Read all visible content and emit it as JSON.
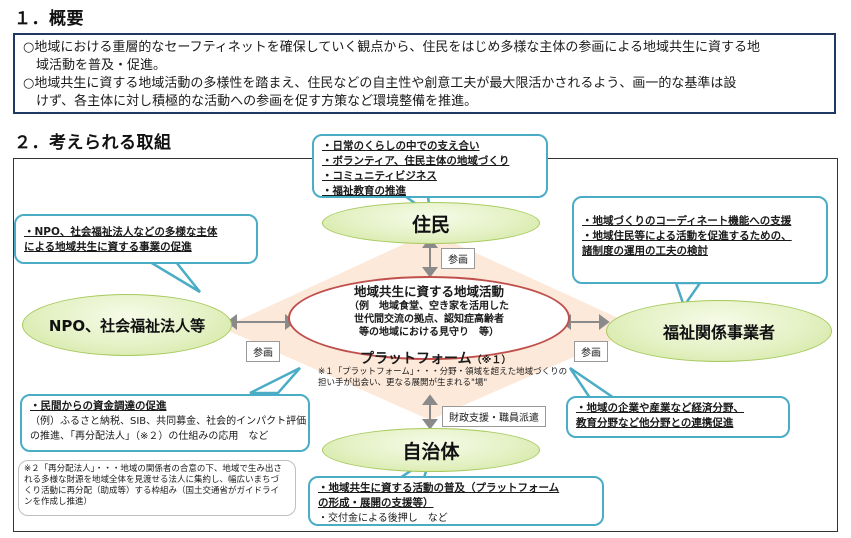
{
  "section1": {
    "heading": "１．概要",
    "line1": "○地域における重層的なセーフティネットを確保していく観点から、住民をはじめ多様な主体の参画による地域共生に資する地",
    "line2": "域活動を普及・促進。",
    "line3": "○地域共生に資する地域活動の多様性を踏まえ、住民などの自主性や創意工夫が最大限活かされるよう、画一的な基準は設",
    "line4": "けず、各主体に対し積極的な活動への参画を促す方策など環境整備を推進。"
  },
  "section2": {
    "heading": "２．考えられる取組"
  },
  "callouts": {
    "residents": [
      "・日常のくらしの中での支え合い",
      "・ボランティア、住民主体の地域づくり",
      "・コミュニティビジネス",
      "・福祉教育の推進"
    ],
    "npo": [
      "・NPO、社会福祉法人などの多様な主体",
      "による地域共生に資する事業の促進"
    ],
    "welfare": [
      "・地域づくりのコーディネート機能への支援",
      "・地域住民等による活動を促進するための、",
      "  諸制度の運用の工夫の検討"
    ],
    "funding_title": "・民間からの資金調達の促進",
    "funding_lines": [
      "（例）ふるさと納税、SIB、共同募金、社会的インパクト評価",
      "の推進、「再分配法人」（※２）の仕組みの応用　など"
    ],
    "business": [
      "・地域の企業や産業など経済分野、",
      "教育分野など他分野との連携促進"
    ],
    "municipality_title": [
      "・地域共生に資する活動の普及（プラットフォーム",
      "の形成・展開の支援等）"
    ],
    "municipality_sub": "・交付金による後押し　など"
  },
  "nodes": {
    "residents": "住民",
    "npo": "NPO、社会福祉法人等",
    "welfare": "福祉関係事業者",
    "municipality": "自治体"
  },
  "center": {
    "title": "地域共生に資する地域活動",
    "lines": [
      "（例　地域食堂、空き家を活用した",
      "世代間交流の拠点、認知症高齢者",
      "等の地域における見守り　等）"
    ],
    "platform": "プラットフォーム",
    "platform_mark": "（※１）",
    "note1": "※１「プラットフォーム」・・・分野・領域を超えた地域づくりの",
    "note2": "担い手が出会い、更なる展開が生まれる\"場\""
  },
  "tags": {
    "top": "参画",
    "left": "参画",
    "right": "参画",
    "bottom": "財政支援・職員派遣"
  },
  "footnote": [
    "※２「再分配法人」・・・地域の関係者の合意の下、地域で生み出さ",
    "れる多様な財源を地域全体を見渡せる法人に集約し、幅広いまちづ",
    "くり活動に再分配（助成等）する枠組み（国土交通省がガイドライ",
    "ンを作成し推進）"
  ]
}
